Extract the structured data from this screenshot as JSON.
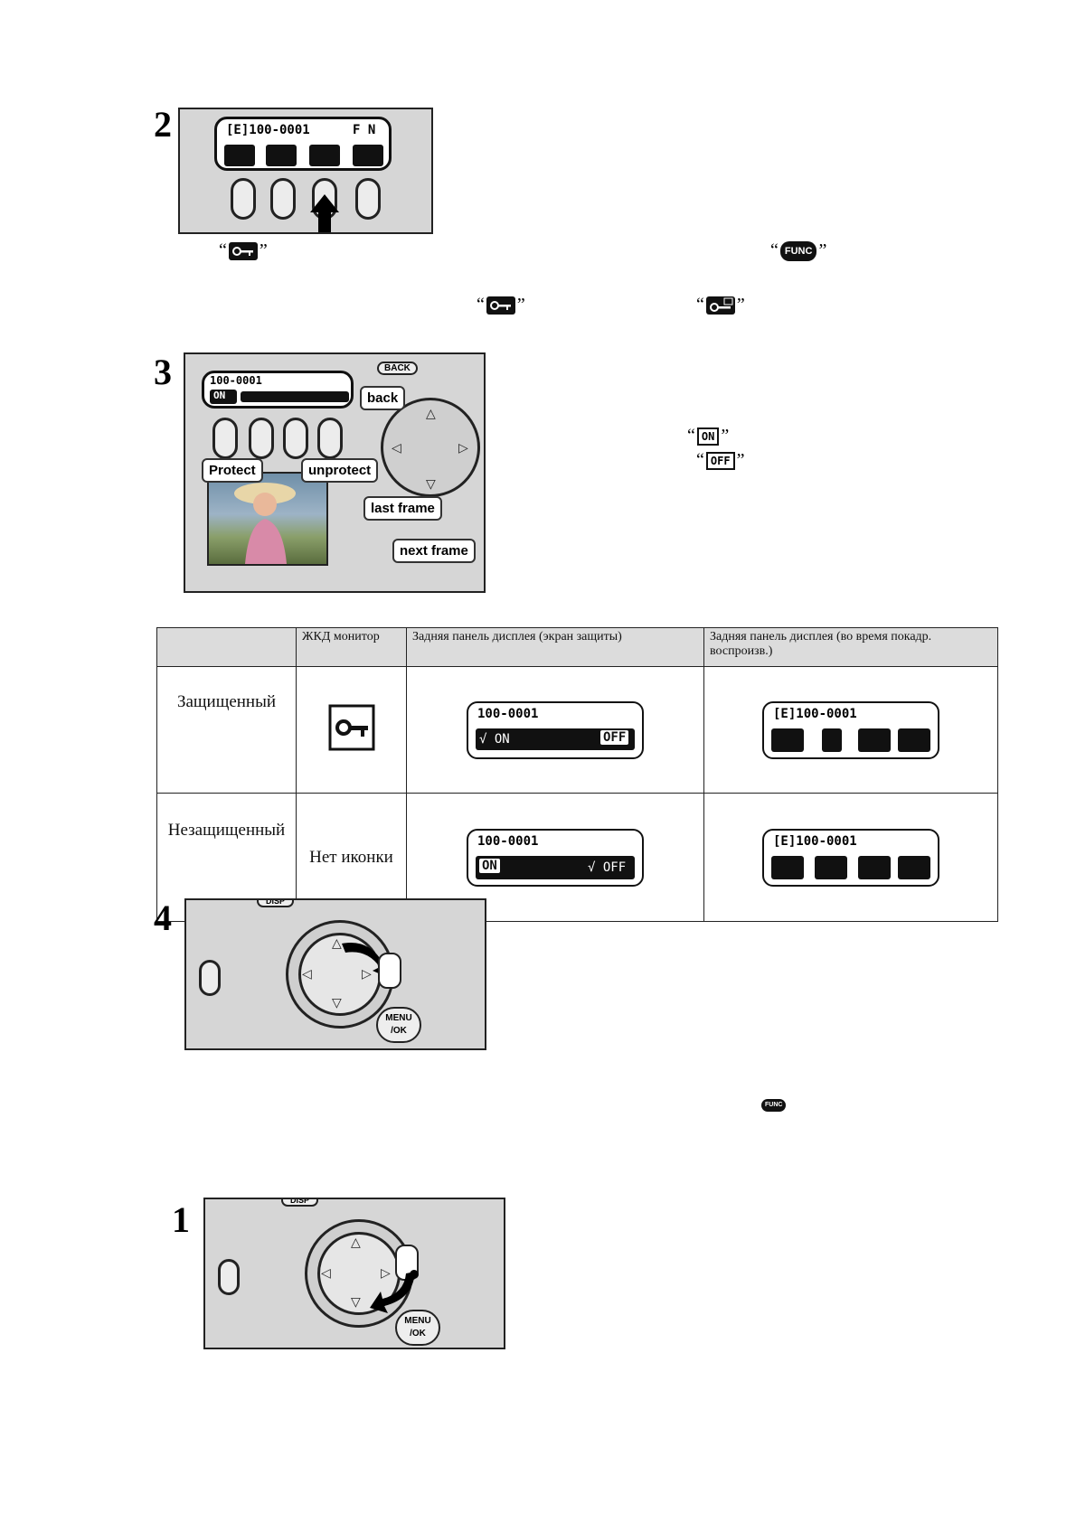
{
  "steps": {
    "s2": "2",
    "s3": "3",
    "s4": "4",
    "s1": "1"
  },
  "step2_panel": {
    "lcd_frame": "[E]100-0001",
    "lcd_right": "F N"
  },
  "step2_text": {
    "quote_open": "“",
    "quote_close": "”"
  },
  "step3_callouts": {
    "back": "back",
    "protect": "Protect",
    "unprotect": "unprotect",
    "last_frame": "last frame",
    "next_frame": "next frame",
    "back_button": "BACK",
    "lcd_frame": "100-0001",
    "lcd_on": "ON"
  },
  "step3_text": {
    "on_label": "ON",
    "off_label": "OFF",
    "quote_open": "“",
    "quote_close": "”"
  },
  "func_label": "FUNC",
  "table": {
    "headers": [
      "",
      "ЖКД монитор",
      "Задняя панель дисплея (экран защиты)",
      "Задняя панель дисплея (во время покадр. воспроизв.)"
    ],
    "rows": [
      {
        "label": "Защищенный",
        "lcd_monitor": "",
        "protect_screen": {
          "frame": "100-0001",
          "left": "√ ON",
          "right": "OFF"
        },
        "playback_screen": {
          "frame": "[E]100-0001"
        }
      },
      {
        "label": "Незащищенный",
        "lcd_monitor": "Нет иконки",
        "protect_screen": {
          "frame": "100-0001",
          "left": "ON",
          "right": "√ OFF"
        },
        "playback_screen": {
          "frame": "[E]100-0001"
        }
      }
    ]
  },
  "step4_panel": {
    "top_button": "DISP",
    "menu_button_1": "MENU",
    "menu_button_2": "/OK"
  },
  "step1_panel": {
    "top_button": "DISP",
    "menu_button_1": "MENU",
    "menu_button_2": "/OK"
  },
  "colors": {
    "panel_gray": "#d6d6d6",
    "ink": "#111111",
    "photo_sky": "#6f8fa8"
  }
}
